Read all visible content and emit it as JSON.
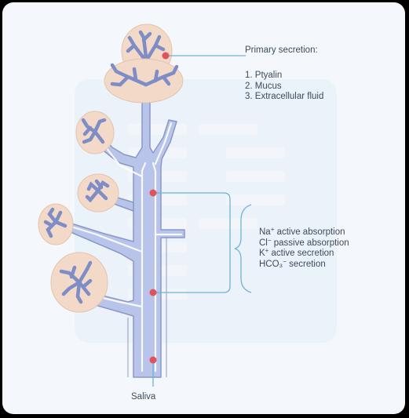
{
  "labels": {
    "primary_secretion": "Primary secretion:",
    "primary_items": [
      "1. Ptyalin",
      "2. Mucus",
      "3. Extracellular fluid"
    ],
    "ions": [
      {
        "symbol": "Na",
        "charge": "+",
        "text": " active absorption"
      },
      {
        "symbol": "Cl",
        "charge": "−",
        "text": " passive absorption"
      },
      {
        "symbol": "K",
        "charge": "+",
        "text": " active secretion"
      },
      {
        "symbol": "HCO₃",
        "charge": "−",
        "text": "  secretion"
      }
    ],
    "saliva": "Saliva"
  },
  "colors": {
    "duct_fill": "#b8c4ea",
    "duct_outline": "#8a98c8",
    "acinus_fill": "#f2d9c8",
    "lumen_fill": "#7f8dc6",
    "marker": "#e0535c",
    "leader_line": "#6fb3d8",
    "text": "#3d4a5a"
  }
}
